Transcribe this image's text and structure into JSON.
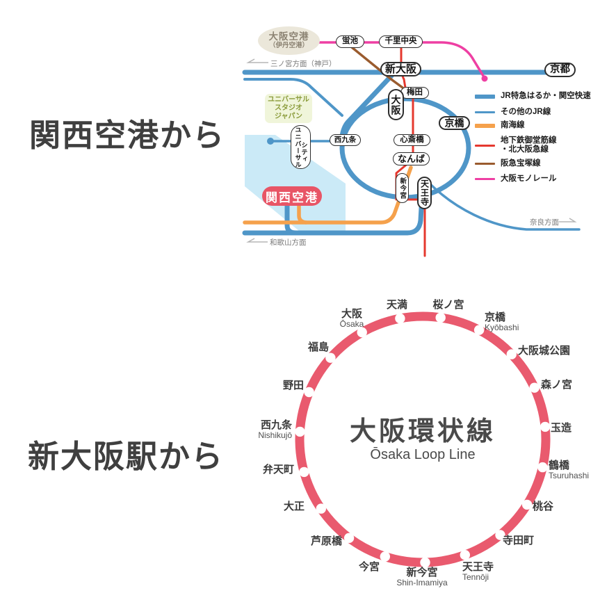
{
  "headings": {
    "top": "関西空港から",
    "bottom": "新大阪駅から"
  },
  "airport_map": {
    "terminals": {
      "osaka_airport_line1": "大阪空港",
      "osaka_airport_line2": "（伊丹空港）",
      "kansai_airport": "関西空港"
    },
    "usj_box": {
      "line1": "ユニバーサル",
      "line2": "スタジオ",
      "line3": "ジャパン"
    },
    "stations": {
      "hotarugaike": "蛍池",
      "senri_chuo": "千里中央",
      "shin_osaka": "新大阪",
      "kyoto": "京都",
      "umeda": "梅田",
      "osaka": "大阪",
      "kyobashi": "京橋",
      "nishikujo": "西九条",
      "shinsaibashi": "心斎橋",
      "namba": "なんば",
      "shin_imamiya": "新今宮",
      "tennoji": "天王寺",
      "universal_city_col1": "ユニバーサル",
      "universal_city_col2": "シティ"
    },
    "directions": {
      "sannomiya": "三ノ宮方面（神戸）",
      "nara": "奈良方面",
      "wakayama": "和歌山方面"
    },
    "legend": [
      {
        "label": "JR特急はるか・関空快速",
        "color": "#4F96C8",
        "thick": true
      },
      {
        "label": "その他のJR線",
        "color": "#4F96C8",
        "thick": false
      },
      {
        "label": "南海線",
        "color": "#F5A14C",
        "thick": true
      },
      {
        "label1": "地下鉄御堂筋線",
        "label2": "・北大阪急線",
        "color": "#E5382E",
        "thick": false
      },
      {
        "label": "阪急宝塚線",
        "color": "#9A5B2E",
        "thick": false
      },
      {
        "label": "大阪モノレール",
        "color": "#EE3FA3",
        "thick": false
      }
    ],
    "colors": {
      "jr_line": "#4F96C8",
      "nankai_line": "#F5A14C",
      "midosuji_line": "#E5382E",
      "hankyu_line": "#9A5B2E",
      "monorail_line": "#EE3FA3",
      "bay": "#CBEAF7",
      "kansai_badge": "#E85566",
      "osaka_airport_fill": "#EBE7DA",
      "usj_fill": "#F0F5DA"
    }
  },
  "loop_map": {
    "title": "大阪環状線",
    "subtitle": "Ōsaka Loop Line",
    "line_color": "#E95A6E",
    "stations": [
      {
        "name": "天満"
      },
      {
        "name": "桜ノ宮"
      },
      {
        "name": "京橋",
        "romaji": "Kyōbashi"
      },
      {
        "name": "大阪城公園"
      },
      {
        "name": "森ノ宮"
      },
      {
        "name": "玉造"
      },
      {
        "name": "鶴橋",
        "romaji": "Tsuruhashi"
      },
      {
        "name": "桃谷"
      },
      {
        "name": "寺田町"
      },
      {
        "name": "天王寺",
        "romaji": "Tennōji"
      },
      {
        "name": "新今宮",
        "romaji": "Shin-Imamiya"
      },
      {
        "name": "今宮"
      },
      {
        "name": "芦原橋"
      },
      {
        "name": "大正"
      },
      {
        "name": "弁天町"
      },
      {
        "name": "西九条",
        "romaji": "Nishikujō"
      },
      {
        "name": "野田"
      },
      {
        "name": "福島"
      },
      {
        "name": "大阪",
        "romaji": "Ōsaka"
      }
    ]
  }
}
